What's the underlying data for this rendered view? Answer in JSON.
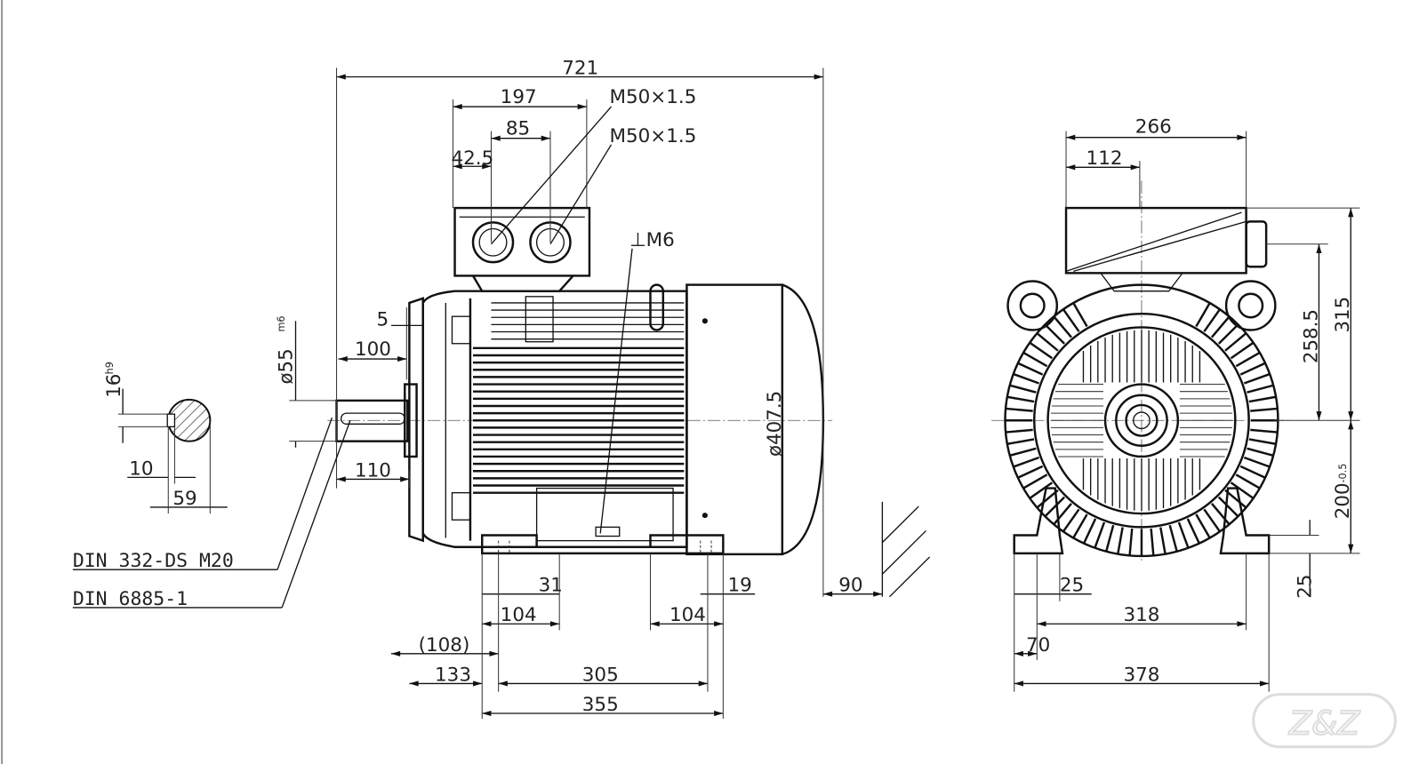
{
  "side_view": {
    "overall_length": "721",
    "box_width": "197",
    "gland_spacing": "85",
    "gland_offset": "42.5",
    "gland_thread_1": "M50×1.5",
    "gland_thread_2": "M50×1.5",
    "earth_thread": "⊥M6",
    "shoulder": "5",
    "key_length": "100",
    "shaft_diameter": "ø55",
    "shaft_tolerance": "m6",
    "shaft_length": "110",
    "frame_diameter": "ø407.5",
    "foot_31": "31",
    "foot_104_left": "104",
    "foot_104_right": "104",
    "foot_19": "19",
    "clearance_90": "90",
    "dim_108": "(108)",
    "dim_133": "133",
    "dim_305": "305",
    "dim_355": "355"
  },
  "shaft_section": {
    "key_width": "16",
    "key_tolerance": "h9",
    "key_depth": "10",
    "shaft_height": "59"
  },
  "callouts": {
    "center_hole": "DIN 332-DS M20",
    "key_standard": "DIN 6885-1"
  },
  "front_view": {
    "box_width": "266",
    "box_offset": "112",
    "gland_height": "258.5",
    "box_height": "315",
    "shaft_height": "200",
    "shaft_height_tol": "-0.5",
    "foot_thickness": "25",
    "foot_hole_25": "25",
    "foot_spacing": "318",
    "foot_edge": "70",
    "overall_width": "378"
  },
  "watermark": "Z&Z"
}
